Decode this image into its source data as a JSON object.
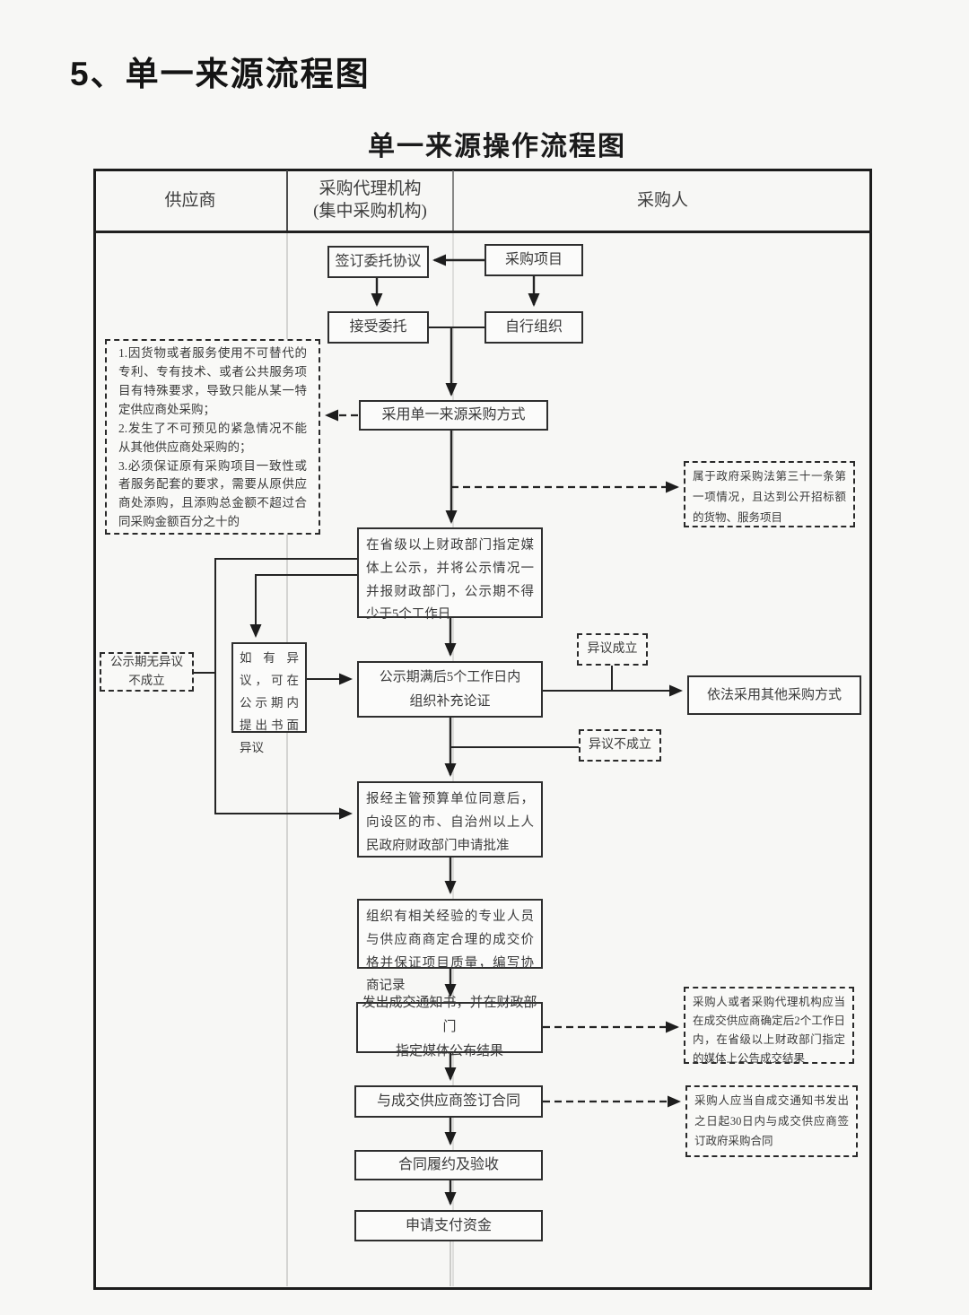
{
  "page": {
    "title": "5、单一来源流程图",
    "chart_title": "单一来源操作流程图"
  },
  "header": {
    "supplier": "供应商",
    "agency": "采购代理机构\n(集中采购机构)",
    "purchaser": "采购人"
  },
  "nodes": {
    "procurement_project": "采购项目",
    "sign_agreement": "签订委托协议",
    "accept_commission": "接受委托",
    "self_organize": "自行组织",
    "single_source_method": "采用单一来源采购方式",
    "reasons": [
      "1.因货物或者服务使用不可替代的专利、专有技术、或者公共服务项目有特殊要求，导致只能从某一特定供应商处采购；",
      "2.发生了不可预见的紧急情况不能从其他供应商处采购的；",
      "3.必须保证原有采购项目一致性或者服务配套的要求，需要从原供应商处添购，且添购总金额不超过合同采购金额百分之十的"
    ],
    "law31": "属于政府采购法第三十一条第一项情况，且达到公开招标额的货物、服务项目",
    "publicity": "在省级以上财政部门指定媒体上公示，并将公示情况一并报财政部门，公示期不得少于5个工作日",
    "no_objection": "公示期无异议\n不成立",
    "objection": "如有异议，可在公示期内提出书面异议",
    "supplement": "公示期满后5个工作日内\n组织补充论证",
    "objection_valid": "异议成立",
    "objection_invalid": "异议不成立",
    "other_method": "依法采用其他采购方式",
    "approval": "报经主管预算单位同意后，向设区的市、自治州以上人民政府财政部门申请批准",
    "negotiate": "组织有相关经验的专业人员与供应商商定合理的成交价格并保证项目质量，编写协商记录",
    "notice": "发出成交通知书，并在财政部门\n指定媒体公布结果",
    "announce": "采购人或者采购代理机构应当在成交供应商确定后2个工作日内，在省级以上财政部门指定的媒体上公告成交结果",
    "contract": "与成交供应商签订合同",
    "sign30": "采购人应当自成交通知书发出之日起30日内与成交供应商签订政府采购合同",
    "fulfill": "合同履约及验收",
    "payment": "申请支付资金"
  },
  "colors": {
    "background": "#f7f7f5",
    "line": "#242424",
    "box_border": "#2e2e2e",
    "table_border": "#1c1c1c"
  }
}
